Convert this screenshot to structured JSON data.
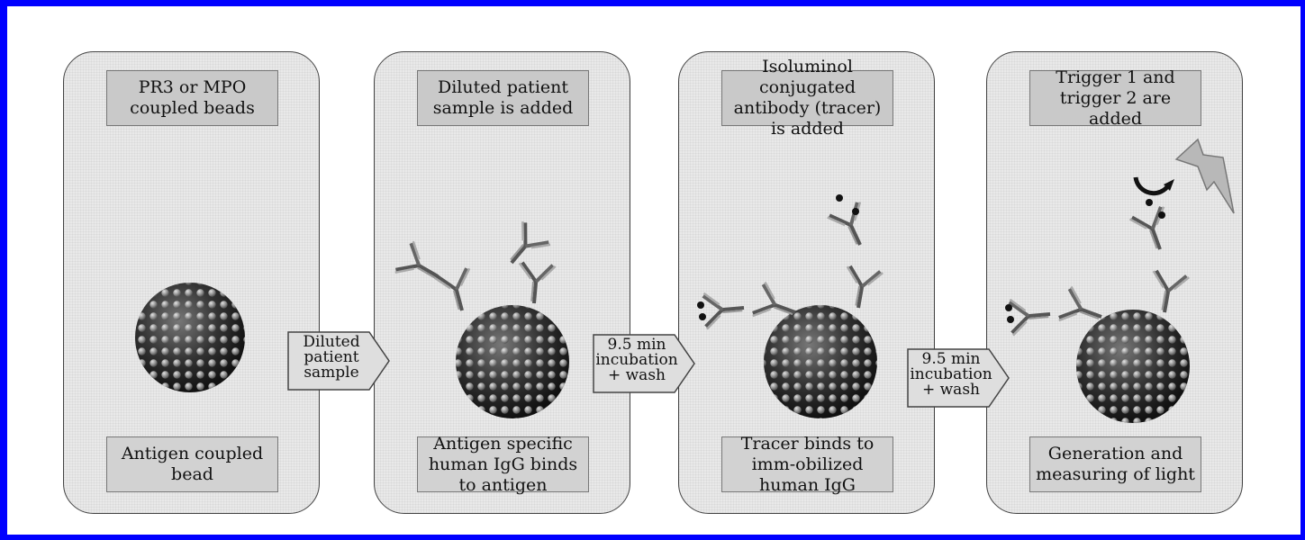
{
  "panels": [
    {
      "top": "PR3 or MPO coupled beads",
      "bottom": "Antigen coupled bead"
    },
    {
      "top": "Diluted patient sample is added",
      "bottom": "Antigen specific human IgG binds to antigen"
    },
    {
      "top": "Isoluminol conjugated antibody (tracer) is added",
      "bottom": "Tracer binds to imm-obilized human IgG"
    },
    {
      "top": "Trigger 1 and trigger 2 are added",
      "bottom": "Generation and measuring of light"
    }
  ],
  "arrows": [
    {
      "line1": "Diluted",
      "line2": "patient",
      "line3": "sample"
    },
    {
      "line1": "9.5 min",
      "line2": "incubation",
      "line3": "+ wash"
    },
    {
      "line1": "9.5 min",
      "line2": "incubation",
      "line3": "+ wash"
    }
  ]
}
